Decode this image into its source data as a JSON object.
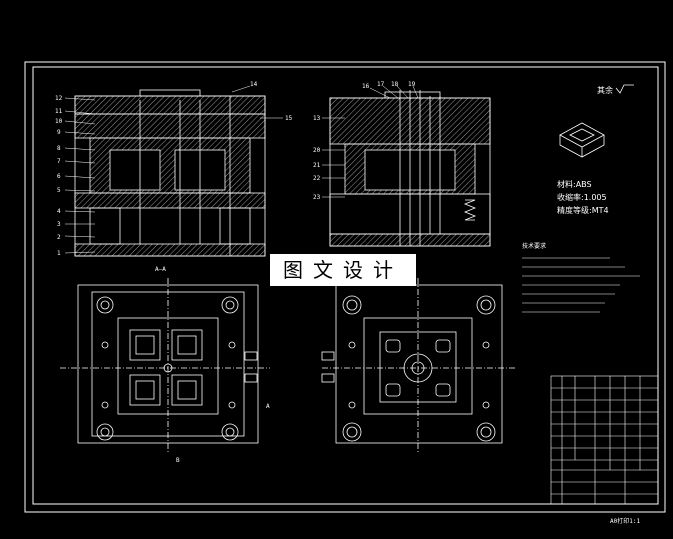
{
  "drawing": {
    "surface_mark": "其余",
    "material_label": "材料:ABS",
    "shrink_label": "收缩率:1.005",
    "precision_label": "精度等级:MT4",
    "scale_label": "A0打印1:1",
    "watermark": "图文设计",
    "section_label": "A—A",
    "view_mark_a": "A",
    "view_mark_b": "B",
    "notes_title": "技术要求"
  },
  "part_numbers_left": [
    "12",
    "11",
    "10",
    "9",
    "8",
    "7",
    "6",
    "5",
    "4",
    "3",
    "2",
    "1"
  ],
  "part_numbers_top_left": [
    "14"
  ],
  "part_numbers_right_top": [
    "16",
    "17",
    "18",
    "19"
  ],
  "part_numbers_right_side": [
    "13",
    "15",
    "20",
    "21",
    "22",
    "23"
  ],
  "colors": {
    "background": "#000000",
    "line": "#ffffff",
    "hatch": "#ffffff",
    "accent": "#ff0000"
  }
}
